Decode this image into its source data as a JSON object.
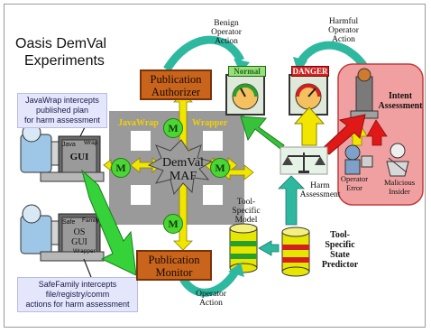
{
  "title": {
    "line1": "Oasis DemVal",
    "line2": "Experiments"
  },
  "callouts": {
    "javawrap": [
      "JavaWrap intercepts",
      "published plan",
      "for harm assessment"
    ],
    "safefamily": [
      "SafeFamily intercepts",
      "file/registry/comm",
      "actions for harm assessment"
    ]
  },
  "boxes": {
    "authorizer": [
      "Publication",
      "Authorizer"
    ],
    "monitor": [
      "Publication",
      "Monitor"
    ]
  },
  "center": [
    "DemVal",
    "MAF"
  ],
  "m_label": "M",
  "yellow_labels": {
    "javawrap": "JavaWrap",
    "wrapper": "Wrapper"
  },
  "screens": {
    "top": {
      "line1": "Java",
      "line2": "GUI",
      "side1": "Wrap"
    },
    "bottom": {
      "line1": "Safe",
      "side1": "Family",
      "line2": "OS",
      "line3": "GUI",
      "side2": "Wrapper"
    }
  },
  "top_labels": {
    "benign": [
      "Benign",
      "Operator",
      "Action"
    ],
    "harmful": [
      "Harmful",
      "Operator",
      "Action"
    ]
  },
  "panels": {
    "normal": "Normal",
    "danger": "DANGER"
  },
  "intent": [
    "Intent",
    "Assessment"
  ],
  "intent_sub": {
    "error": [
      "Operator",
      "Error"
    ],
    "malicious": [
      "Malicious",
      "Insider"
    ]
  },
  "harm_assessment": [
    "Harm",
    "Assessment"
  ],
  "tool_model": [
    "Tool-",
    "Specific",
    "Model"
  ],
  "state_predictor": [
    "Tool-",
    "Specific",
    "State",
    "Predictor"
  ],
  "operator_action": [
    "Operator",
    "Action"
  ],
  "colors": {
    "orange_box": "#c8641c",
    "m_green": "#4cd636",
    "arrow_green": "#36c23a",
    "arrow_yellow": "#f2e600",
    "arrow_red": "#e01818",
    "teal": "#2fb8a0",
    "intent_bg": "#f0a0a0"
  }
}
